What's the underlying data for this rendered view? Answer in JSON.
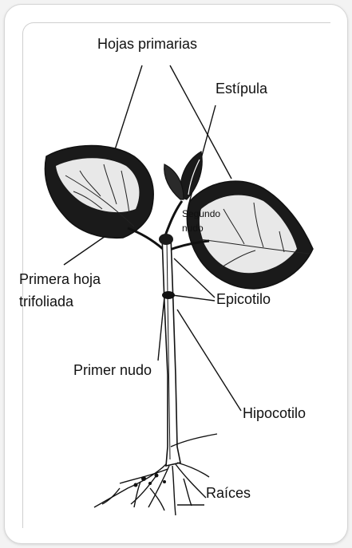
{
  "diagram": {
    "labels": {
      "hojas_primarias": "Hojas primarias",
      "estipula": "Estípula",
      "segundo_nudo_l1": "Segundo",
      "segundo_nudo_l2": "nudo",
      "primera_hoja_l1": "Primera hoja",
      "primera_hoja_l2": "trifoliada",
      "epicotilo": "Epicotilo",
      "primer_nudo": "Primer nudo",
      "hipocotilo": "Hipocotilo",
      "raices": "Raíces"
    },
    "colors": {
      "ink": "#111111",
      "frame": "#d6d6d6",
      "background": "#ffffff"
    }
  }
}
